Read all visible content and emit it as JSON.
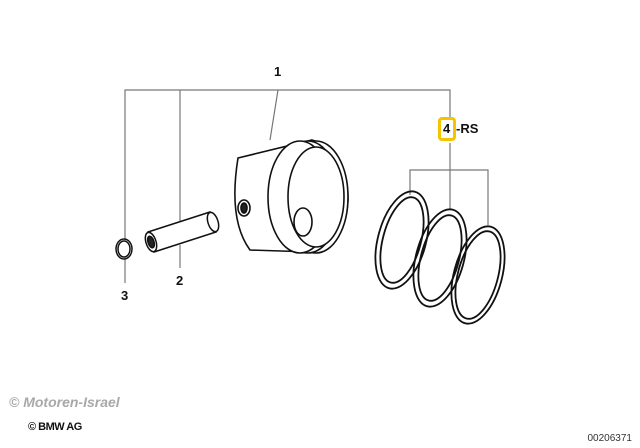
{
  "callouts": {
    "piston": "1",
    "pin": "2",
    "circlip": "3",
    "rings_num": "4",
    "rings_suffix": "-RS"
  },
  "highlight_color": "#f5c400",
  "watermark": "© Motoren-Israel",
  "copyright": "© BMW AG",
  "diagram_code": "00206371"
}
